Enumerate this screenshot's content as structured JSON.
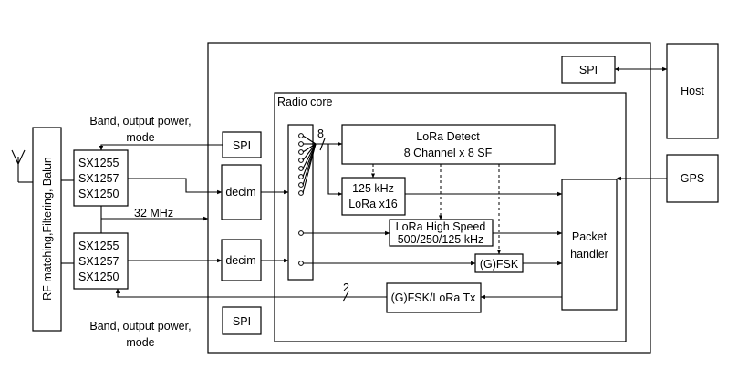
{
  "blocks": {
    "rf_frontend": "RF matching,Filtering, Balun",
    "radio_chip": [
      "SX1255",
      "SX1257",
      "SX1250"
    ],
    "spi": "SPI",
    "decim": "decim",
    "radio_core": "Radio core",
    "lora_detect": [
      "LoRa Detect",
      "8 Channel x 8 SF"
    ],
    "lora_125": [
      "125 kHz",
      "LoRa x16"
    ],
    "lora_high_speed": [
      "LoRa High Speed",
      "500/250/125 kHz"
    ],
    "gfsk": "(G)FSK",
    "gfsk_lora_tx": "(G)FSK/LoRa Tx",
    "packet_handler": [
      "Packet",
      "handler"
    ],
    "host": "Host",
    "gps": "GPS"
  },
  "labels": {
    "band_output_power_top": [
      "Band, output power,",
      "mode"
    ],
    "band_output_power_bottom": [
      "Band, output power,",
      "mode"
    ],
    "clock": "32 MHz",
    "bus_width_8": "8",
    "bus_width_2": "2"
  }
}
